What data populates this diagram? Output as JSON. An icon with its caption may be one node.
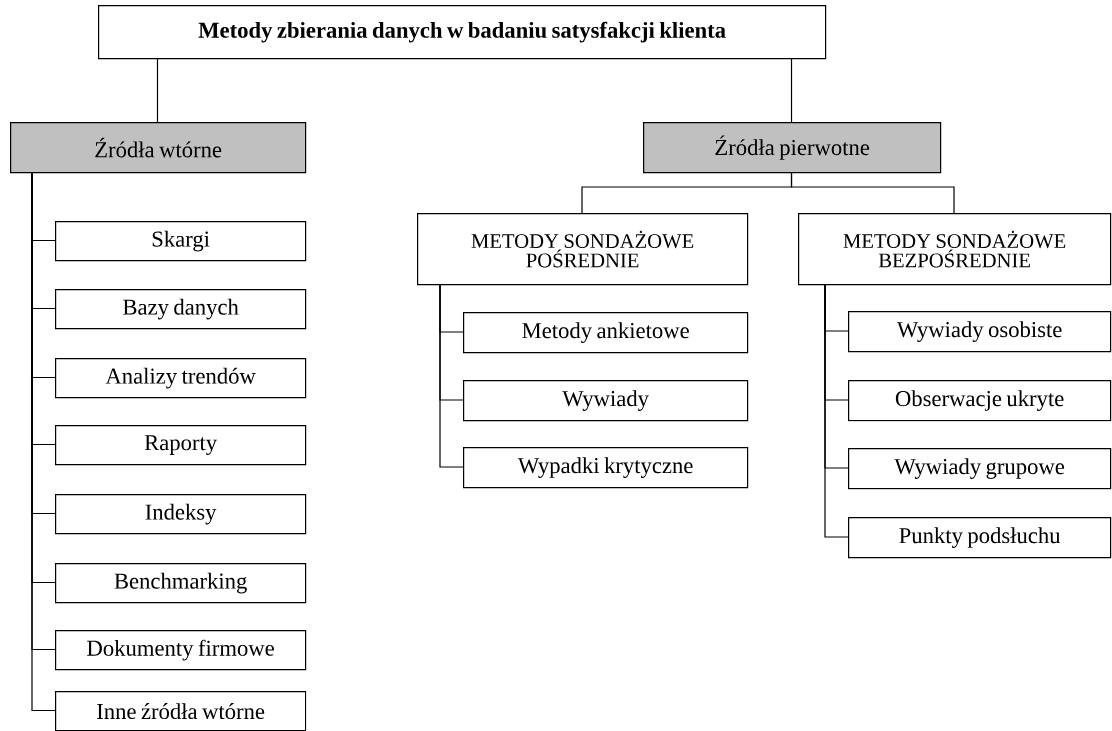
{
  "diagram": {
    "nodes": [
      {
        "text": [
          "Metody zbierania danych w badaniu satysfakcji klienta"
        ]
      },
      {
        "text": [
          "Źródła wtórne"
        ]
      },
      {
        "text": [
          "Źródła pierwotne"
        ]
      },
      {
        "text": [
          "Skargi"
        ]
      },
      {
        "text": [
          "Bazy danych"
        ]
      },
      {
        "text": [
          "Analizy trendów"
        ]
      },
      {
        "text": [
          "Raporty"
        ]
      },
      {
        "text": [
          "Indeksy"
        ]
      },
      {
        "text": [
          "Benchmarking"
        ]
      },
      {
        "text": [
          "Dokumenty firmowe"
        ]
      },
      {
        "text": [
          "Inne źródła wtórne"
        ]
      },
      {
        "text": [
          "METODY SONDAŻOWE POŚREDNIE"
        ]
      },
      {
        "text": [
          "METODY SONDAŻOWE BEZPOŚREDNIE"
        ]
      },
      {
        "text": [
          "Metody ankietowe"
        ]
      },
      {
        "text": [
          "Wywiady"
        ]
      },
      {
        "text": [
          "Wypadki krytyczne"
        ]
      },
      {
        "text": [
          "Wywiady osobiste"
        ]
      },
      {
        "text": [
          "Obserwacje ukryte"
        ]
      },
      {
        "text": [
          "Wywiady grupowe"
        ]
      },
      {
        "text": [
          "Punkty podsłuchu"
        ]
      }
    ],
    "edges": [
      {
        "from": 0,
        "to": 1,
        "arrow": "none"
      },
      {
        "from": 0,
        "to": 2,
        "arrow": "none"
      },
      {
        "from": 1,
        "to": 3,
        "arrow": "none"
      },
      {
        "from": 1,
        "to": 4,
        "arrow": "none"
      },
      {
        "from": 1,
        "to": 5,
        "arrow": "none"
      },
      {
        "from": 1,
        "to": 6,
        "arrow": "none"
      },
      {
        "from": 1,
        "to": 7,
        "arrow": "none"
      },
      {
        "from": 1,
        "to": 8,
        "arrow": "none"
      },
      {
        "from": 1,
        "to": 9,
        "arrow": "none"
      },
      {
        "from": 1,
        "to": 10,
        "arrow": "none"
      },
      {
        "from": 2,
        "to": 11,
        "arrow": "none"
      },
      {
        "from": 2,
        "to": 12,
        "arrow": "none"
      },
      {
        "from": 11,
        "to": 13,
        "arrow": "none"
      },
      {
        "from": 11,
        "to": 14,
        "arrow": "none"
      },
      {
        "from": 11,
        "to": 15,
        "arrow": "none"
      },
      {
        "from": 12,
        "to": 16,
        "arrow": "none"
      },
      {
        "from": 12,
        "to": 17,
        "arrow": "none"
      },
      {
        "from": 12,
        "to": 18,
        "arrow": "none"
      },
      {
        "from": 12,
        "to": 19,
        "arrow": "none"
      }
    ]
  }
}
